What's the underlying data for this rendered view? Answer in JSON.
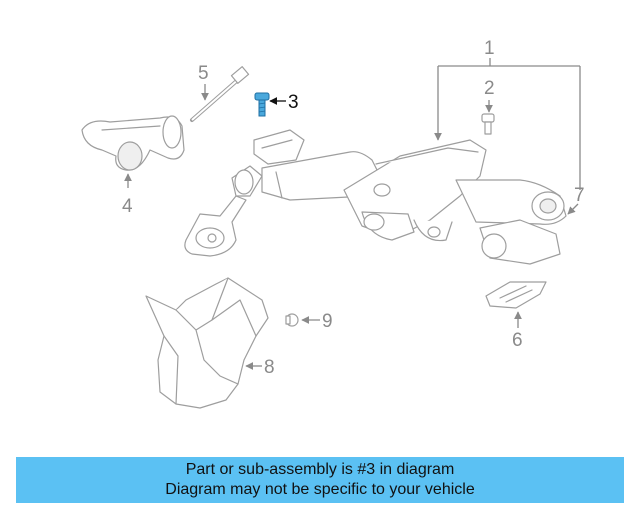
{
  "diagram": {
    "callouts": {
      "c1": "1",
      "c2": "2",
      "c3": "3",
      "c4": "4",
      "c5": "5",
      "c6": "6",
      "c7": "7",
      "c8": "8",
      "c9": "9"
    },
    "highlight_color": "#4aa8dc",
    "highlighted_part": "3"
  },
  "banner": {
    "line1": "Part or sub-assembly is #3 in diagram",
    "line2": "Diagram may not be specific to your vehicle",
    "background": "#5bc1f3"
  }
}
